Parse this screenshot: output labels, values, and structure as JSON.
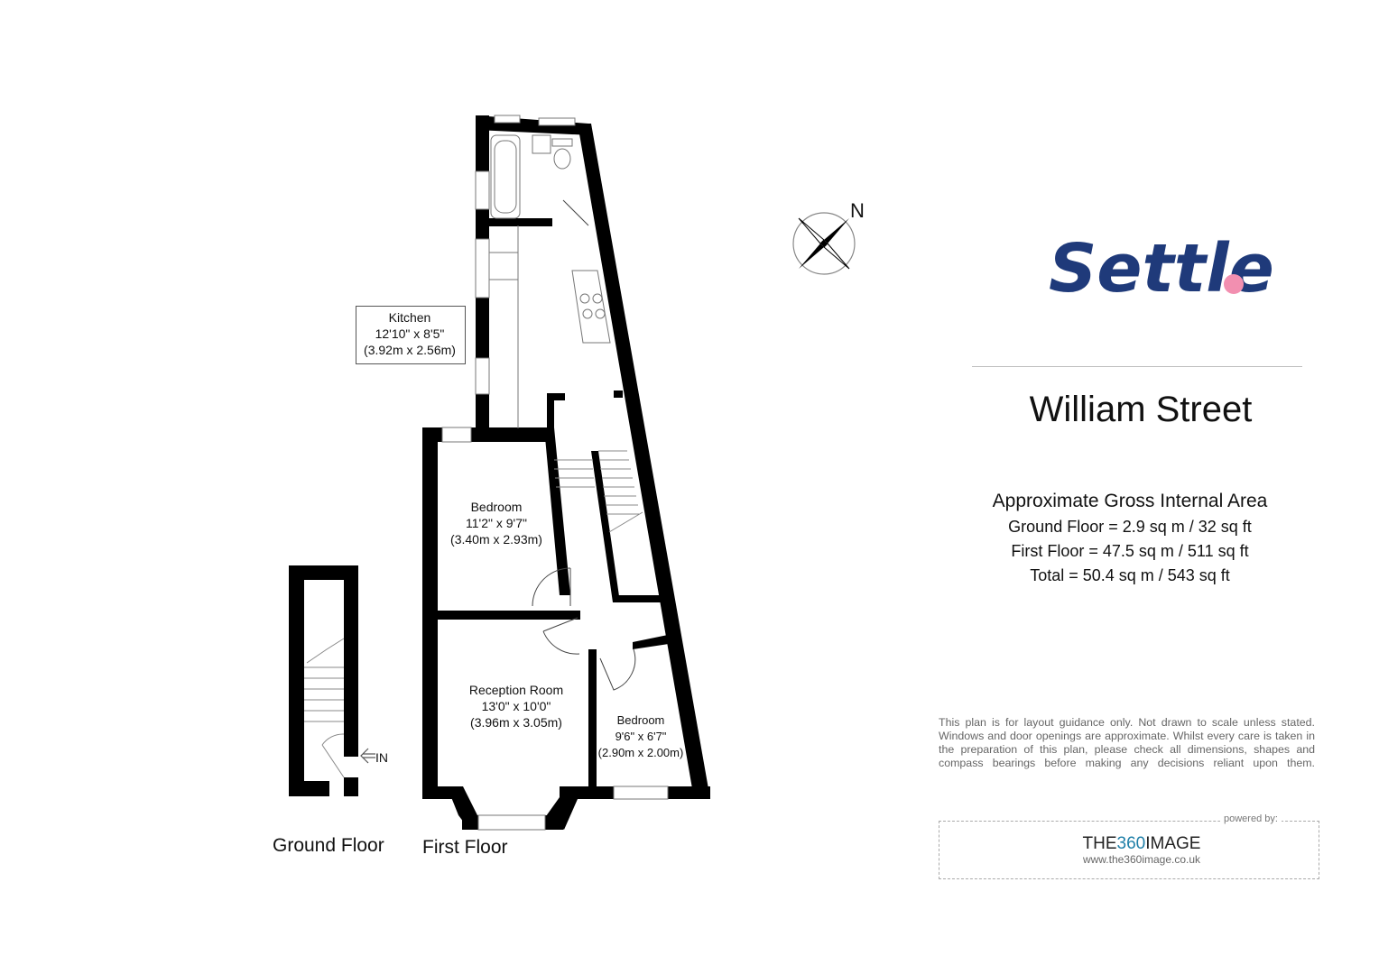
{
  "brand": {
    "logo_text": "Settle",
    "logo_color": "#1f3a7a",
    "dot_color": "#f28fb0"
  },
  "property": {
    "title": "William Street"
  },
  "area": {
    "heading": "Approximate Gross Internal Area",
    "ground": "Ground Floor = 2.9 sq m / 32 sq ft",
    "first": "First Floor = 47.5 sq m / 511 sq ft",
    "total": "Total = 50.4 sq m / 543 sq ft"
  },
  "compass": {
    "label": "N"
  },
  "rooms": {
    "kitchen": {
      "name": "Kitchen",
      "imperial": "12'10\" x 8'5\"",
      "metric": "(3.92m x 2.56m)"
    },
    "bedroom1": {
      "name": "Bedroom",
      "imperial": "11'2\" x 9'7\"",
      "metric": "(3.40m x 2.93m)"
    },
    "reception": {
      "name": "Reception Room",
      "imperial": "13'0\" x 10'0\"",
      "metric": "(3.96m x 3.05m)"
    },
    "bedroom2": {
      "name": "Bedroom",
      "imperial": "9'6\" x 6'7\"",
      "metric": "(2.90m x 2.00m)"
    }
  },
  "floors": {
    "ground": "Ground Floor",
    "first": "First Floor"
  },
  "entrance": {
    "label": "IN"
  },
  "disclaimer": "This plan is for layout guidance only. Not drawn to scale unless stated. Windows and door openings are approximate. Whilst every care is taken in the preparation of this plan, please check all dimensions, shapes and compass bearings before making any decisions reliant upon them.",
  "powered": {
    "label": "powered by:",
    "brand_prefix": "THE",
    "brand_number": "360",
    "brand_suffix": "IMAGE",
    "url": "www.the360image.co.uk"
  }
}
